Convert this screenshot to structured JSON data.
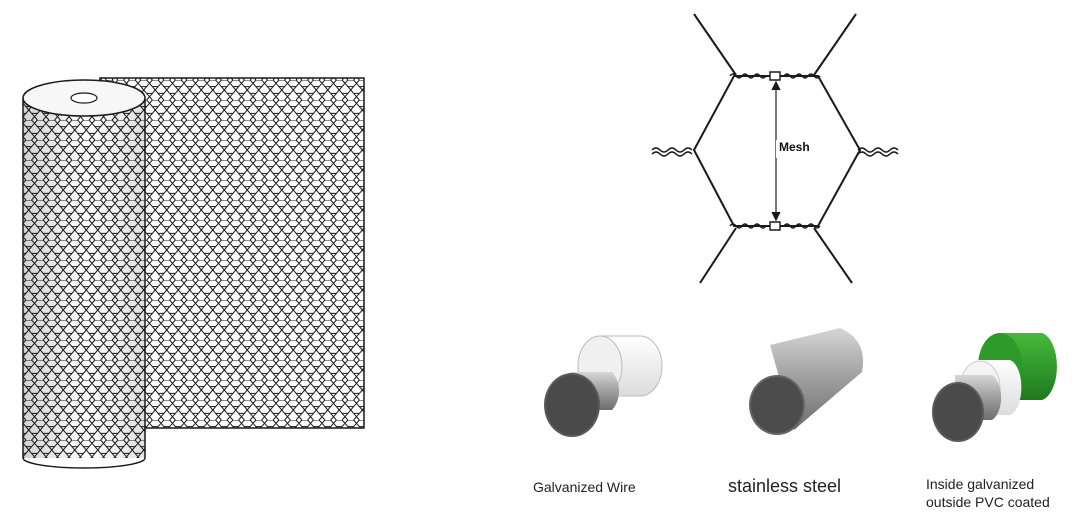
{
  "diagram": {
    "mesh_label": "Mesh",
    "wires": [
      {
        "label": "Galvanized Wire",
        "core_color": "#5a5a5a",
        "coating_color": "#f2f2f2"
      },
      {
        "label": "stainless steel",
        "core_color": "#8a8a8a"
      },
      {
        "label_line1": "Inside galvanized",
        "label_line2": "outside PVC coated",
        "core_color": "#5a5a5a",
        "inner_coating_color": "#f4f4f4",
        "outer_coating_color": "#2e9a2a"
      }
    ],
    "colors": {
      "line": "#1a1a1a",
      "background": "#ffffff"
    }
  }
}
